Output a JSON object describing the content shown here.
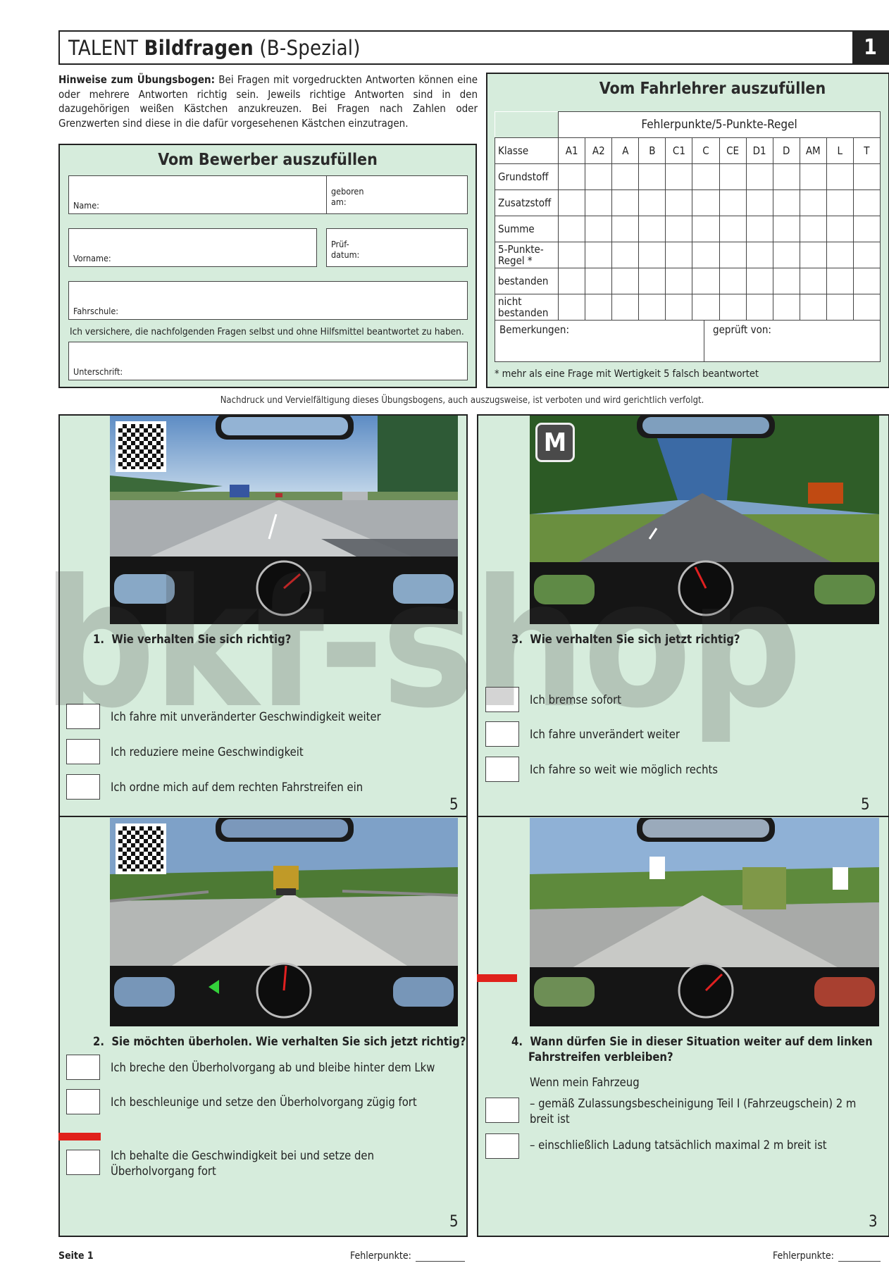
{
  "header": {
    "title_prefix": "TALENT",
    "title_bold": "Bildfragen",
    "title_suffix": "(B-Spezial)",
    "page_number": "1"
  },
  "hint": {
    "bold": "Hinweise zum Übungsbogen:",
    "text": " Bei Fragen mit vorgedruckten Antworten können eine oder mehrere Antworten richtig sein. Jeweils richtige Antworten sind in den dazugehörigen weißen Kästchen anzukreuzen. Bei Fragen nach Zahlen oder Grenzwerten sind diese in die dafür vorgesehenen Kästchen einzutragen."
  },
  "applicant": {
    "heading": "Vom Bewerber auszufüllen",
    "name_label": "Name:",
    "born_label_1": "geboren",
    "born_label_2": "am:",
    "firstname_label": "Vorname:",
    "exam_label_1": "Prüf-",
    "exam_label_2": "datum:",
    "school_label": "Fahrschule:",
    "assurance": "Ich versichere, die nachfolgenden Fragen selbst und ohne Hilfsmittel beantwortet zu haben.",
    "signature_label": "Unterschrift:"
  },
  "instructor": {
    "heading": "Vom Fahrlehrer auszufüllen",
    "group_header": "Fehlerpunkte/5-Punkte-Regel",
    "class_label": "Klasse",
    "classes": [
      "A1",
      "A2",
      "A",
      "B",
      "C1",
      "C",
      "CE",
      "D1",
      "D",
      "AM",
      "L",
      "T"
    ],
    "rows": [
      "Grundstoff",
      "Zusatzstoff",
      "Summe",
      "5-Punkte-Regel *",
      "bestanden",
      "nicht bestanden"
    ],
    "remarks_label": "Bemerkungen:",
    "checked_label": "geprüft von:",
    "footnote": "* mehr als eine Frage mit Wertigkeit 5 falsch beantwortet"
  },
  "copyright": "Nachdruck und Vervielfältigung dieses Übungsbogens, auch auszugsweise, ist verboten und wird gerichtlich verfolgt.",
  "watermark": "bkf-shop",
  "questions": {
    "q1": {
      "number": "1.",
      "text": "Wie verhalten Sie sich richtig?",
      "answers": [
        "Ich fahre mit unveränderter Geschwindigkeit weiter",
        "Ich reduziere meine Geschwindigkeit",
        "Ich ordne mich auf dem rechten Fahrstreifen ein"
      ],
      "points": "5"
    },
    "q3": {
      "badge": "M",
      "number": "3.",
      "text": "Wie verhalten Sie sich jetzt richtig?",
      "answers": [
        "Ich bremse sofort",
        "Ich fahre unverändert weiter",
        "Ich fahre so weit wie möglich rechts"
      ],
      "points": "5"
    },
    "q2": {
      "number": "2.",
      "text": "Sie möchten überholen. Wie verhalten Sie sich jetzt richtig?",
      "answers": [
        "Ich breche den Überholvorgang ab und bleibe hinter dem Lkw",
        "Ich beschleunige und setze den Überholvorgang zügig fort",
        "Ich behalte die Geschwindigkeit bei und setze den Überholvorgang fort"
      ],
      "points": "5"
    },
    "q4": {
      "number": "4.",
      "text_line1": "Wann dürfen Sie in dieser Situation weiter auf dem linken",
      "text_line2": "Fahrstreifen verbleiben?",
      "lead": "Wenn mein Fahrzeug",
      "answers": [
        "– gemäß Zulassungsbescheinigung Teil I (Fahrzeugschein) 2 m breit ist",
        "– einschließlich Ladung tatsächlich maximal 2 m breit ist"
      ],
      "points": "3"
    }
  },
  "footer": {
    "page": "Seite 1",
    "errors_label_left": "Fehlerpunkte:",
    "errors_label_right": "Fehlerpunkte:"
  },
  "colors": {
    "panel_green": "#d6ecdc",
    "red_marker": "#e0211b"
  }
}
